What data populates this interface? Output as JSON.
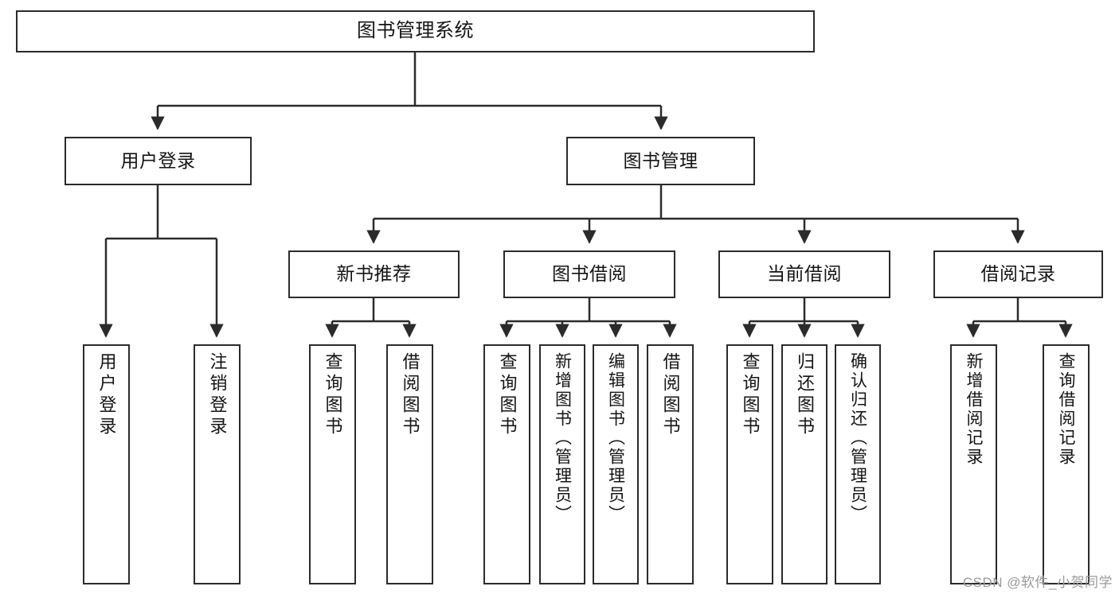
{
  "diagram": {
    "title": "图书管理系统",
    "type": "tree",
    "watermark": "CSDN @软件_小贺同学",
    "colors": {
      "box_border": "#2b2b2b",
      "box_fill": "#ffffff",
      "connector": "#2b2b2b",
      "text": "#141414",
      "watermark": "#9a9a9a"
    },
    "levels": {
      "root": {
        "label": "图书管理系统"
      },
      "level2": [
        {
          "id": "user-login",
          "label": "用户登录"
        },
        {
          "id": "book-manage",
          "label": "图书管理"
        }
      ],
      "level3": [
        {
          "id": "new-book-rec",
          "label": "新书推荐"
        },
        {
          "id": "book-borrow",
          "label": "图书借阅"
        },
        {
          "id": "current-borrow",
          "label": "当前借阅"
        },
        {
          "id": "borrow-record",
          "label": "借阅记录"
        }
      ],
      "leaves": [
        {
          "id": "leaf-user-login",
          "label": "用户登录"
        },
        {
          "id": "leaf-logout-login",
          "label": "注销登录"
        },
        {
          "id": "leaf-query-book-1",
          "label": "查询图书"
        },
        {
          "id": "leaf-borrow-book-1",
          "label": "借阅图书"
        },
        {
          "id": "leaf-query-book-2",
          "label": "查询图书"
        },
        {
          "id": "leaf-add-book-admin",
          "label": "新增图书（管理员）"
        },
        {
          "id": "leaf-edit-book-admin",
          "label": "编辑图书（管理员）"
        },
        {
          "id": "leaf-borrow-book-2",
          "label": "借阅图书"
        },
        {
          "id": "leaf-query-book-3",
          "label": "查询图书"
        },
        {
          "id": "leaf-return-book",
          "label": "归还图书"
        },
        {
          "id": "leaf-confirm-return-admin",
          "label": "确认归还（管理员）"
        },
        {
          "id": "leaf-add-borrow-record",
          "label": "新增借阅记录"
        },
        {
          "id": "leaf-query-borrow-record",
          "label": "查询借阅记录"
        }
      ]
    }
  }
}
